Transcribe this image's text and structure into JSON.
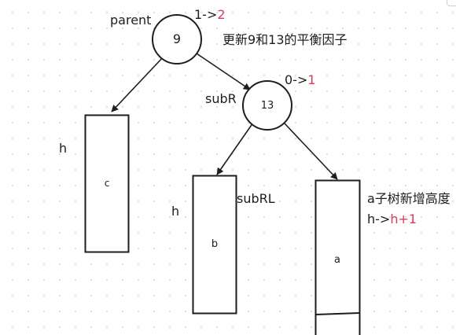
{
  "labels": {
    "parent": "parent",
    "subR": "subR",
    "subRL": "subRL",
    "h_left": "h",
    "h_mid": "h"
  },
  "nodes": {
    "parent_value": "9",
    "subR_value": "13"
  },
  "balance": {
    "parent_old": "1->",
    "parent_new": "2",
    "subR_old": "0->",
    "subR_new": "1"
  },
  "notes": {
    "update": "更新9和13的平衡因子",
    "a_grows": "a子树新增高度",
    "h_old": "h->",
    "h_new": "h+1"
  },
  "subtrees": {
    "c": "c",
    "b": "b",
    "a": "a"
  },
  "colors": {
    "stroke": "#1e1e1e",
    "highlight": "#e8345a",
    "dot_grid": "#d6d6d6"
  }
}
